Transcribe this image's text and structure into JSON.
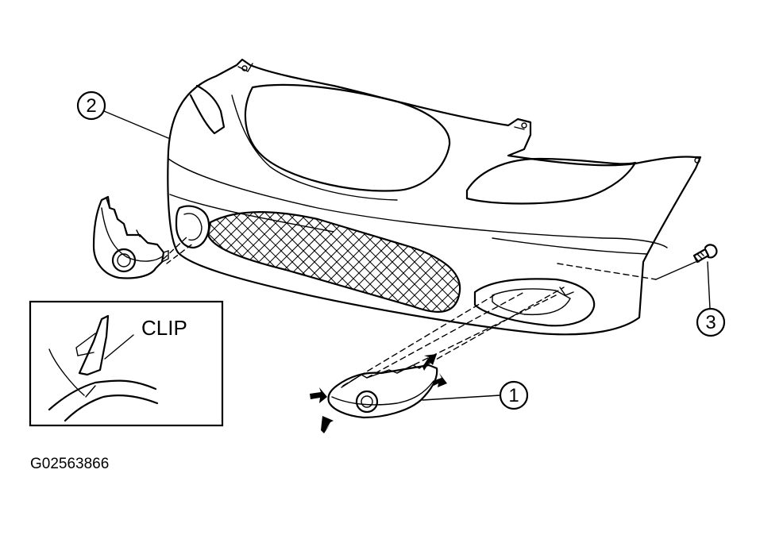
{
  "diagram": {
    "callouts": [
      {
        "id": "fog-lamp-cover",
        "label": "1"
      },
      {
        "id": "front-bumper",
        "label": "2"
      },
      {
        "id": "screw",
        "label": "3"
      }
    ],
    "inset": {
      "label": "CLIP"
    },
    "figure_id": "G02563866"
  }
}
